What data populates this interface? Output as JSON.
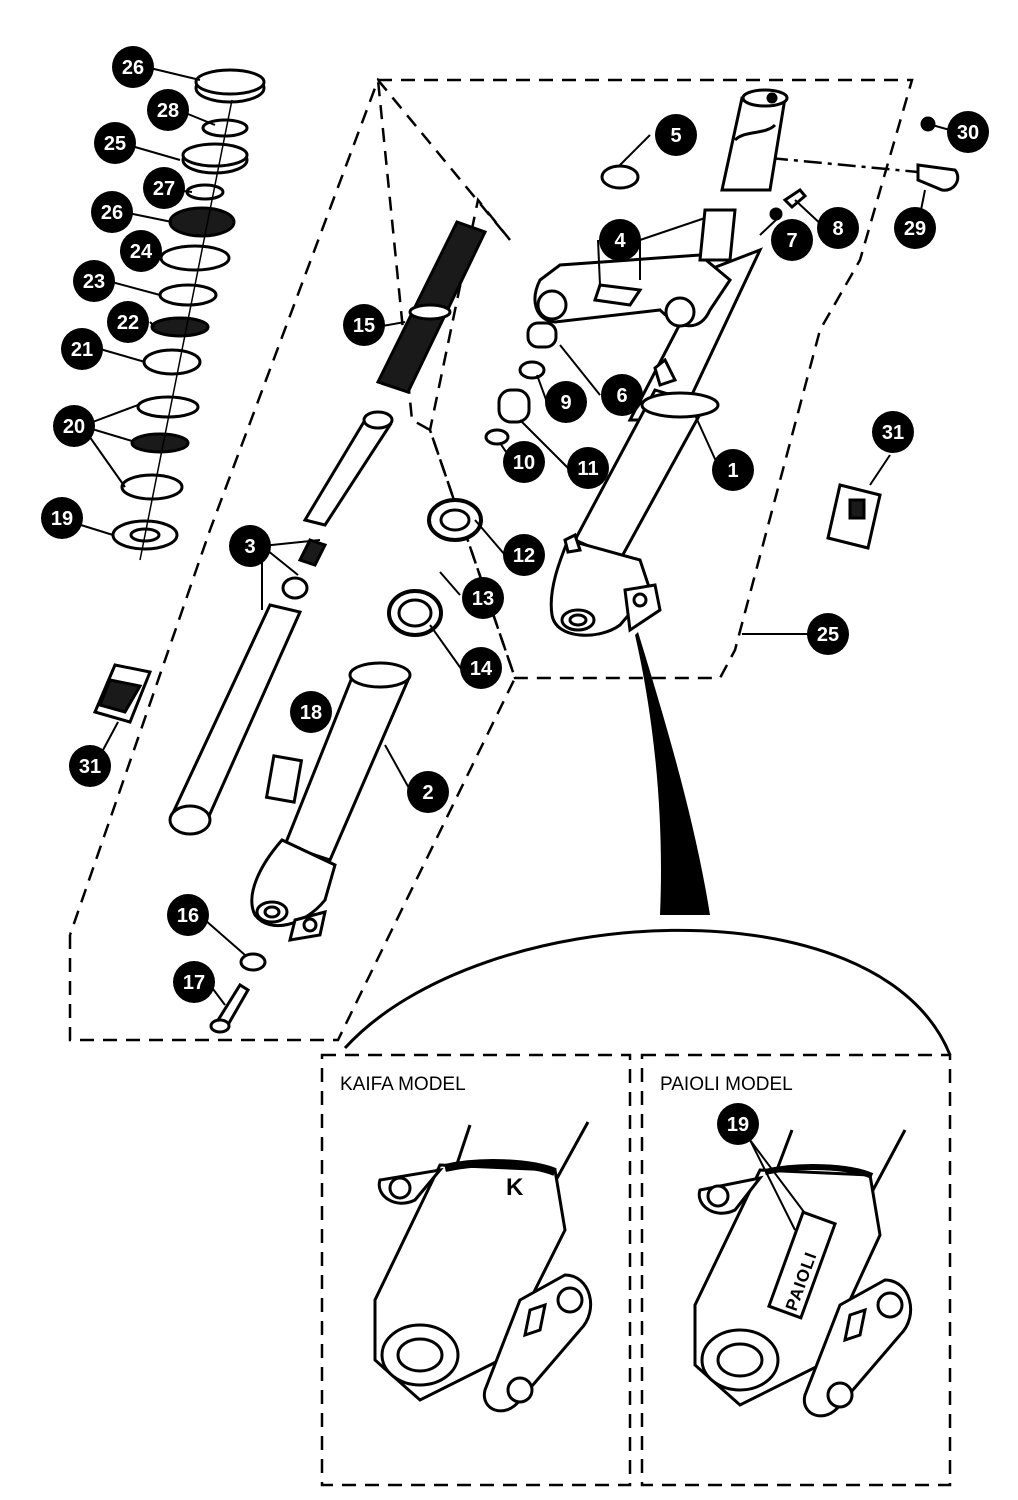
{
  "colors": {
    "ink": "#000000",
    "paper": "#ffffff"
  },
  "callouts": [
    "1",
    "2",
    "3",
    "4",
    "5",
    "6",
    "7",
    "8",
    "9",
    "10",
    "11",
    "12",
    "13",
    "14",
    "15",
    "16",
    "17",
    "18",
    "19",
    "20",
    "21",
    "22",
    "23",
    "24",
    "25",
    "26",
    "27",
    "28",
    "29",
    "30",
    "31"
  ],
  "insets": {
    "kaifa": {
      "title": "KAIFA MODEL",
      "mark": "K"
    },
    "paioli": {
      "title": "PAIOLI MODEL",
      "brand": "PAIOLI",
      "callout": "19"
    }
  }
}
